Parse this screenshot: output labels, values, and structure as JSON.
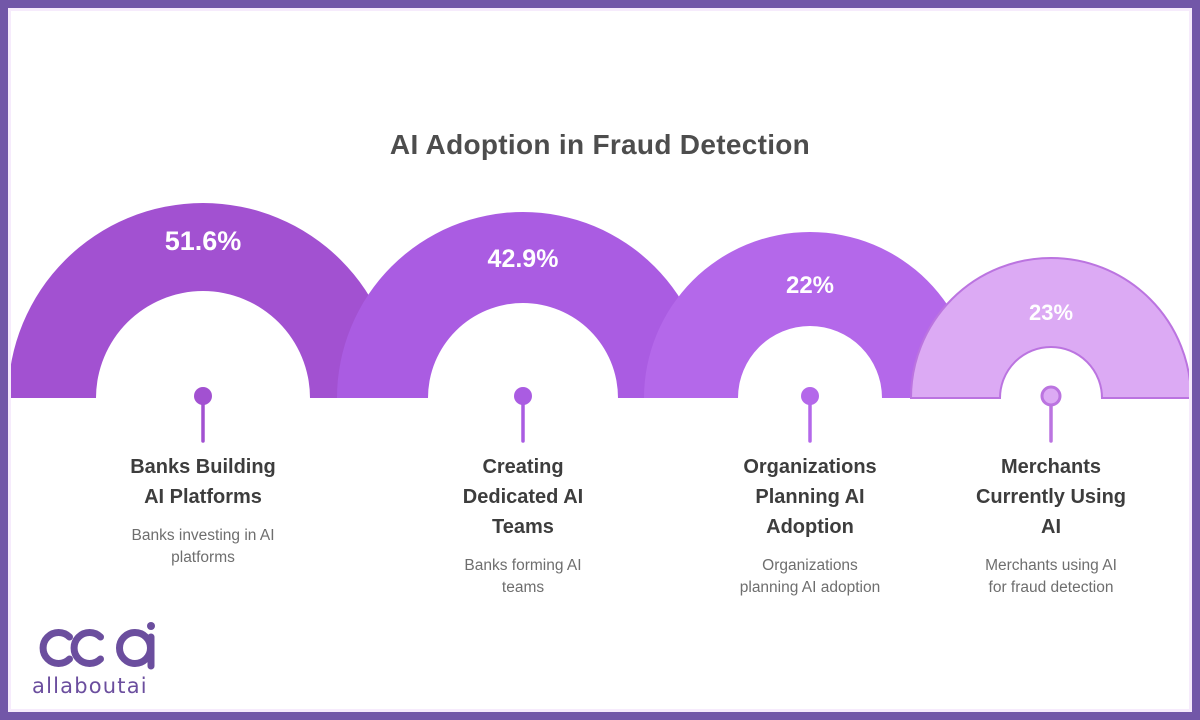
{
  "title": "AI Adoption in Fraud Detection",
  "brand": {
    "name": "allaboutai"
  },
  "colors": {
    "frame_border": "#7257a8",
    "title_text": "#4d4d4d",
    "label_title_text": "#3d3d3d",
    "label_sub_text": "#6e6e6e",
    "logo_purple": "#6b4e9e",
    "gauge4_stroke": "#bb74e0"
  },
  "gauges": [
    {
      "value_label": "51.6%",
      "color": "#a251d1",
      "label": "Banks Building\nAI Platforms",
      "sublabel": "Banks investing in AI\nplatforms"
    },
    {
      "value_label": "42.9%",
      "color": "#aa5ce2",
      "label": "Creating\nDedicated AI\nTeams",
      "sublabel": "Banks forming AI\nteams"
    },
    {
      "value_label": "22%",
      "color": "#b468ea",
      "label": "Organizations\nPlanning AI\nAdoption",
      "sublabel": "Organizations\nplanning AI adoption"
    },
    {
      "value_label": "23%",
      "color": "#dcaaf4",
      "stroke": "#bb74e0",
      "label": "Merchants\nCurrently Using\nAI",
      "sublabel": "Merchants using AI\nfor fraud detection"
    }
  ],
  "chart_data": {
    "type": "semicircle_donut_gauges",
    "title": "AI Adoption in Fraud Detection",
    "categories": [
      "Banks Building AI Platforms",
      "Creating Dedicated AI Teams",
      "Organizations Planning AI Adoption",
      "Merchants Currently Using AI"
    ],
    "values": [
      51.6,
      42.9,
      22,
      23
    ],
    "value_labels": [
      "51.6%",
      "42.9%",
      "22%",
      "23%"
    ],
    "descriptions": [
      "Banks investing in AI platforms",
      "Banks forming AI teams",
      "Organizations planning AI adoption",
      "Merchants using AI for fraud detection"
    ],
    "colors": [
      "#a251d1",
      "#aa5ce2",
      "#b468ea",
      "#dcaaf4"
    ],
    "legend_position": "below-each-gauge",
    "grid": false
  }
}
